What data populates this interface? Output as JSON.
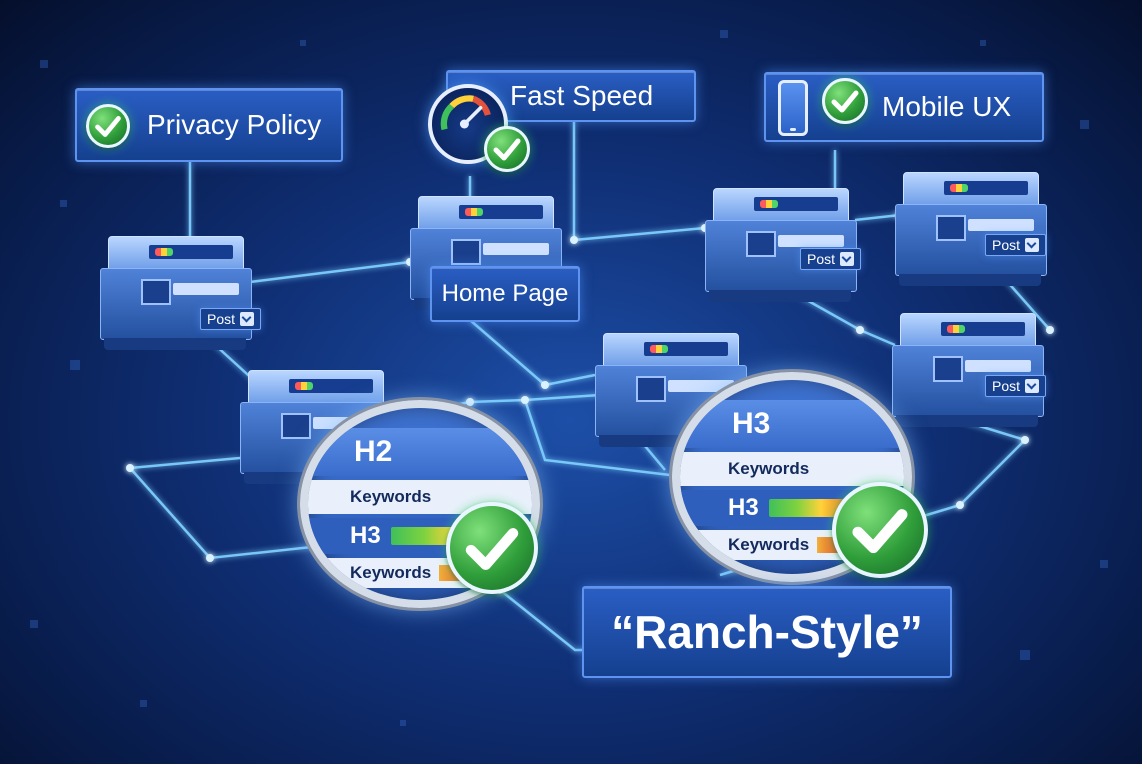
{
  "labels": {
    "privacy_policy": "Privacy Policy",
    "fast_speed": "Fast Speed",
    "mobile_ux": "Mobile UX",
    "home_page": "Home Page",
    "ranch_style": "“Ranch-Style”"
  },
  "post_label": "Post",
  "lens_left": {
    "heading": "H2",
    "keywords_1": "Keywords",
    "sub": "H3",
    "keywords_2": "Keywords"
  },
  "lens_right": {
    "heading": "H3",
    "keywords_1": "Keywords",
    "sub": "H3",
    "keywords_2": "Keywords"
  },
  "colors": {
    "background": "#0f2e73",
    "line": "#7fd0ff",
    "check": "#2f9e3a",
    "label": "#15408f"
  },
  "icons": [
    "check-icon",
    "speed-gauge-icon",
    "mobile-phone-icon",
    "chevron-down-icon"
  ]
}
